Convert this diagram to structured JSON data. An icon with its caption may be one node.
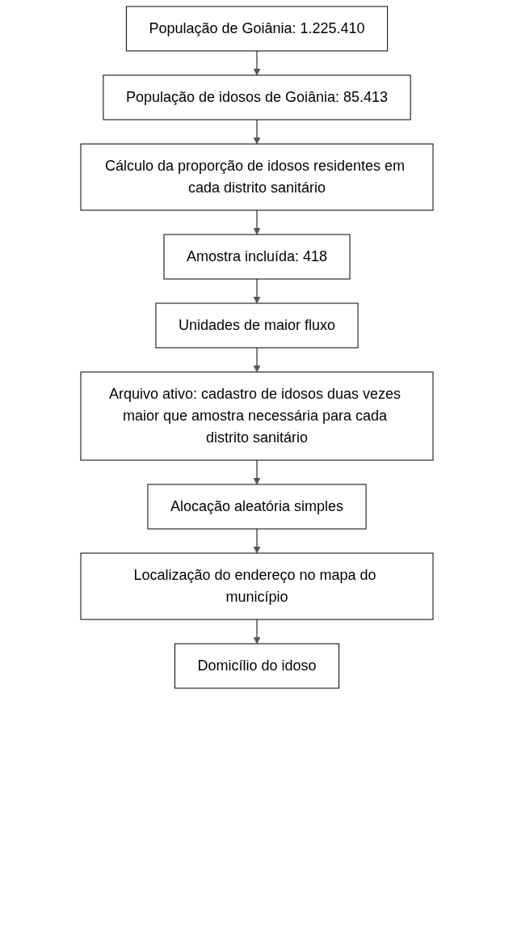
{
  "diagram": {
    "nodes": [
      {
        "text": [
          "População de Goiânia: 1.225.410"
        ]
      },
      {
        "text": [
          "População de idosos de Goiânia: 85.413"
        ]
      },
      {
        "text": [
          "Cálculo da proporção de idosos residentes em cada distrito sanitário"
        ]
      },
      {
        "text": [
          "Amostra incluída: 418"
        ]
      },
      {
        "text": [
          "Unidades de maior fluxo"
        ]
      },
      {
        "text": [
          "Arquivo ativo: cadastro de idosos duas vezes maior que amostra necessária para cada distrito sanitário"
        ]
      },
      {
        "text": [
          "Alocação aleatória simples"
        ]
      },
      {
        "text": [
          "Localização do endereço no mapa do município"
        ]
      },
      {
        "text": [
          "Domicílio do idoso"
        ]
      }
    ],
    "edges": [
      {
        "from": 0,
        "to": 1,
        "arrow": "to"
      },
      {
        "from": 1,
        "to": 2,
        "arrow": "to"
      },
      {
        "from": 2,
        "to": 3,
        "arrow": "to"
      },
      {
        "from": 3,
        "to": 4,
        "arrow": "to"
      },
      {
        "from": 4,
        "to": 5,
        "arrow": "to"
      },
      {
        "from": 5,
        "to": 6,
        "arrow": "to"
      },
      {
        "from": 6,
        "to": 7,
        "arrow": "to"
      },
      {
        "from": 7,
        "to": 8,
        "arrow": "to"
      }
    ]
  }
}
